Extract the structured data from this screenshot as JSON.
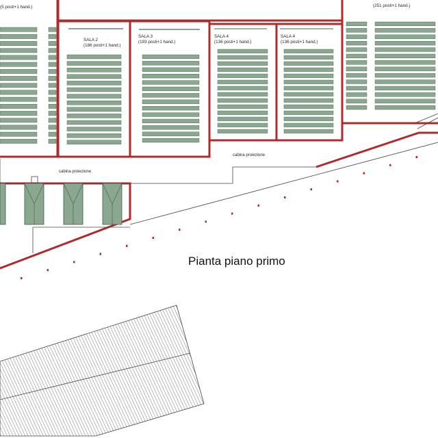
{
  "floor_title": "Pianta piano primo",
  "halls": [
    {
      "id": "sala-1",
      "name": "",
      "capacity": "(5 posti+1 hand.)"
    },
    {
      "id": "sala-2",
      "name": "SALA 2",
      "capacity": "(186 posti+1 hand.)"
    },
    {
      "id": "sala-3",
      "name": "SALA 3",
      "capacity": "(193 posti+1 hand.)"
    },
    {
      "id": "sala-4a",
      "name": "SALA 4",
      "capacity": "(136 posti+1 hand.)"
    },
    {
      "id": "sala-4b",
      "name": "SALA 4",
      "capacity": "(136 posti+1 hand.)"
    },
    {
      "id": "sala-6",
      "name": "",
      "capacity": "(251 posti+1 hand.)"
    }
  ],
  "projection_rooms": [
    "cabina proiezione",
    "cabina proiezione"
  ],
  "colors": {
    "wall": "#b02a2a",
    "seat": "#8aa88f",
    "seat_stroke": "#41594a",
    "hatch": "#555555",
    "line": "#444444"
  }
}
